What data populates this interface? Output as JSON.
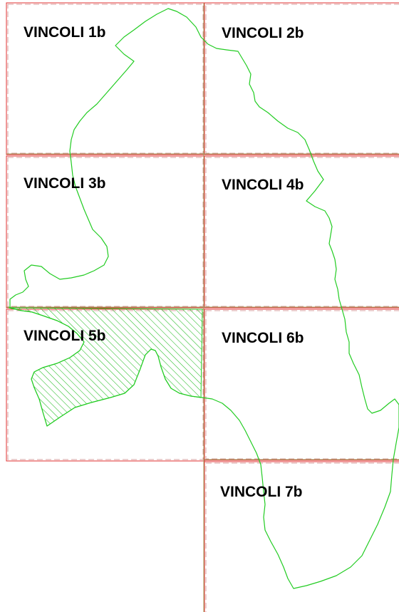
{
  "map": {
    "sheets": [
      {
        "id": "1b",
        "label": "VINCOLI 1b"
      },
      {
        "id": "2b",
        "label": "VINCOLI 2b"
      },
      {
        "id": "3b",
        "label": "VINCOLI 3b"
      },
      {
        "id": "4b",
        "label": "VINCOLI 4b"
      },
      {
        "id": "5b",
        "label": "VINCOLI 5b"
      },
      {
        "id": "6b",
        "label": "VINCOLI 6b"
      },
      {
        "id": "7b",
        "label": "VINCOLI 7b"
      }
    ],
    "colors": {
      "sheet_border": "#e03030",
      "sheet_dash": "#d9a0a0",
      "boundary": "#22cc22",
      "hatch": "#22bb22",
      "label": "#000000"
    }
  }
}
